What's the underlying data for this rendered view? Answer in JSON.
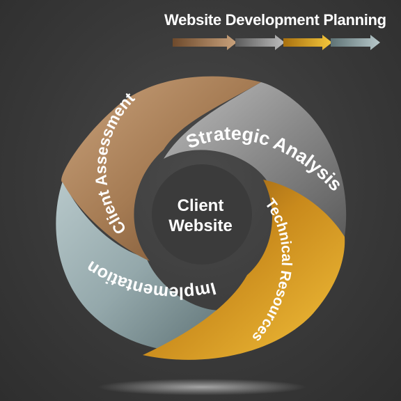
{
  "title": "Website Development Planning",
  "center": {
    "line1": "Client",
    "line2": "Website"
  },
  "segments": [
    {
      "label": "Client Assessment",
      "color": "#a9805a"
    },
    {
      "label": "Strategic Analysis",
      "color": "#8c8c8c"
    },
    {
      "label": "Technical Resources",
      "color": "#e0a41a"
    },
    {
      "label": "Implementation",
      "color": "#9db0b3"
    }
  ],
  "legend_arrows": [
    {
      "color": "#a9805a"
    },
    {
      "color": "#8c8c8c"
    },
    {
      "color": "#e0a41a"
    },
    {
      "color": "#9db0b3"
    }
  ]
}
